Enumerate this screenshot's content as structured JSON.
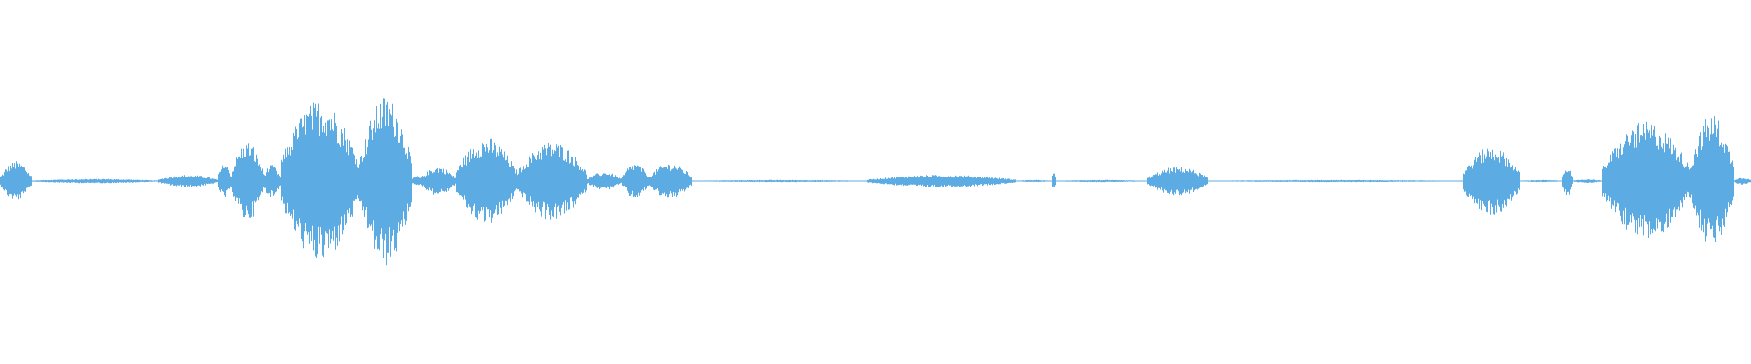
{
  "waveform": {
    "color": "#5dabe3",
    "baseline_color": "#5dabe3",
    "duration_fraction_axis": "time",
    "segments": [
      {
        "start": 0.0,
        "end": 0.018,
        "peak": 0.11
      },
      {
        "start": 0.018,
        "end": 0.09,
        "peak": 0.012
      },
      {
        "start": 0.09,
        "end": 0.124,
        "peak": 0.035
      },
      {
        "start": 0.124,
        "end": 0.132,
        "peak": 0.1
      },
      {
        "start": 0.132,
        "end": 0.15,
        "peak": 0.22
      },
      {
        "start": 0.15,
        "end": 0.16,
        "peak": 0.09
      },
      {
        "start": 0.16,
        "end": 0.205,
        "peak": 0.45
      },
      {
        "start": 0.205,
        "end": 0.235,
        "peak": 0.47
      },
      {
        "start": 0.235,
        "end": 0.24,
        "peak": 0.03
      },
      {
        "start": 0.24,
        "end": 0.26,
        "peak": 0.08
      },
      {
        "start": 0.26,
        "end": 0.295,
        "peak": 0.24
      },
      {
        "start": 0.295,
        "end": 0.335,
        "peak": 0.22
      },
      {
        "start": 0.335,
        "end": 0.355,
        "peak": 0.05
      },
      {
        "start": 0.355,
        "end": 0.37,
        "peak": 0.1
      },
      {
        "start": 0.37,
        "end": 0.395,
        "peak": 0.1
      },
      {
        "start": 0.395,
        "end": 0.495,
        "peak": 0.006
      },
      {
        "start": 0.495,
        "end": 0.58,
        "peak": 0.035
      },
      {
        "start": 0.58,
        "end": 0.6,
        "peak": 0.006
      },
      {
        "start": 0.6,
        "end": 0.603,
        "peak": 0.05
      },
      {
        "start": 0.603,
        "end": 0.655,
        "peak": 0.006
      },
      {
        "start": 0.655,
        "end": 0.69,
        "peak": 0.08
      },
      {
        "start": 0.69,
        "end": 0.835,
        "peak": 0.006
      },
      {
        "start": 0.835,
        "end": 0.868,
        "peak": 0.19
      },
      {
        "start": 0.868,
        "end": 0.892,
        "peak": 0.006
      },
      {
        "start": 0.892,
        "end": 0.898,
        "peak": 0.09
      },
      {
        "start": 0.898,
        "end": 0.915,
        "peak": 0.01
      },
      {
        "start": 0.915,
        "end": 0.965,
        "peak": 0.33
      },
      {
        "start": 0.965,
        "end": 0.99,
        "peak": 0.37
      },
      {
        "start": 0.99,
        "end": 1.0,
        "peak": 0.02
      }
    ]
  }
}
